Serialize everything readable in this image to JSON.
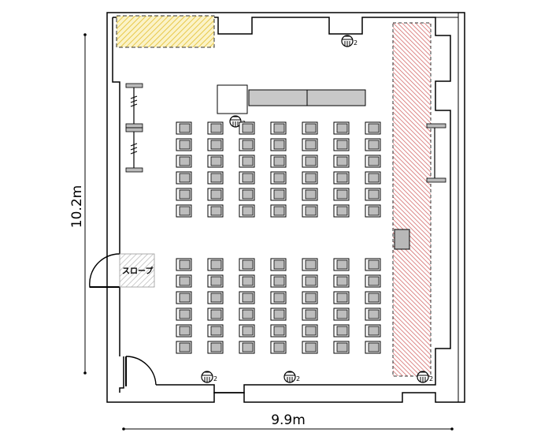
{
  "dimensions": {
    "height_label": "10.2m",
    "width_label": "9.9m"
  },
  "labels": {
    "slope": "スロープ"
  },
  "mic_badge": "2",
  "seating": {
    "columns": 7,
    "front_block_rows": 6,
    "rear_block_rows": 6
  },
  "colors": {
    "wall": "#000000",
    "chair_fill": "#bdbdbd",
    "table_fill": "#c8c8c8",
    "storage_hatch": "#e8c84a",
    "stage_hatch": "#d46a6a",
    "slope_hatch": "#b5b5b5"
  }
}
